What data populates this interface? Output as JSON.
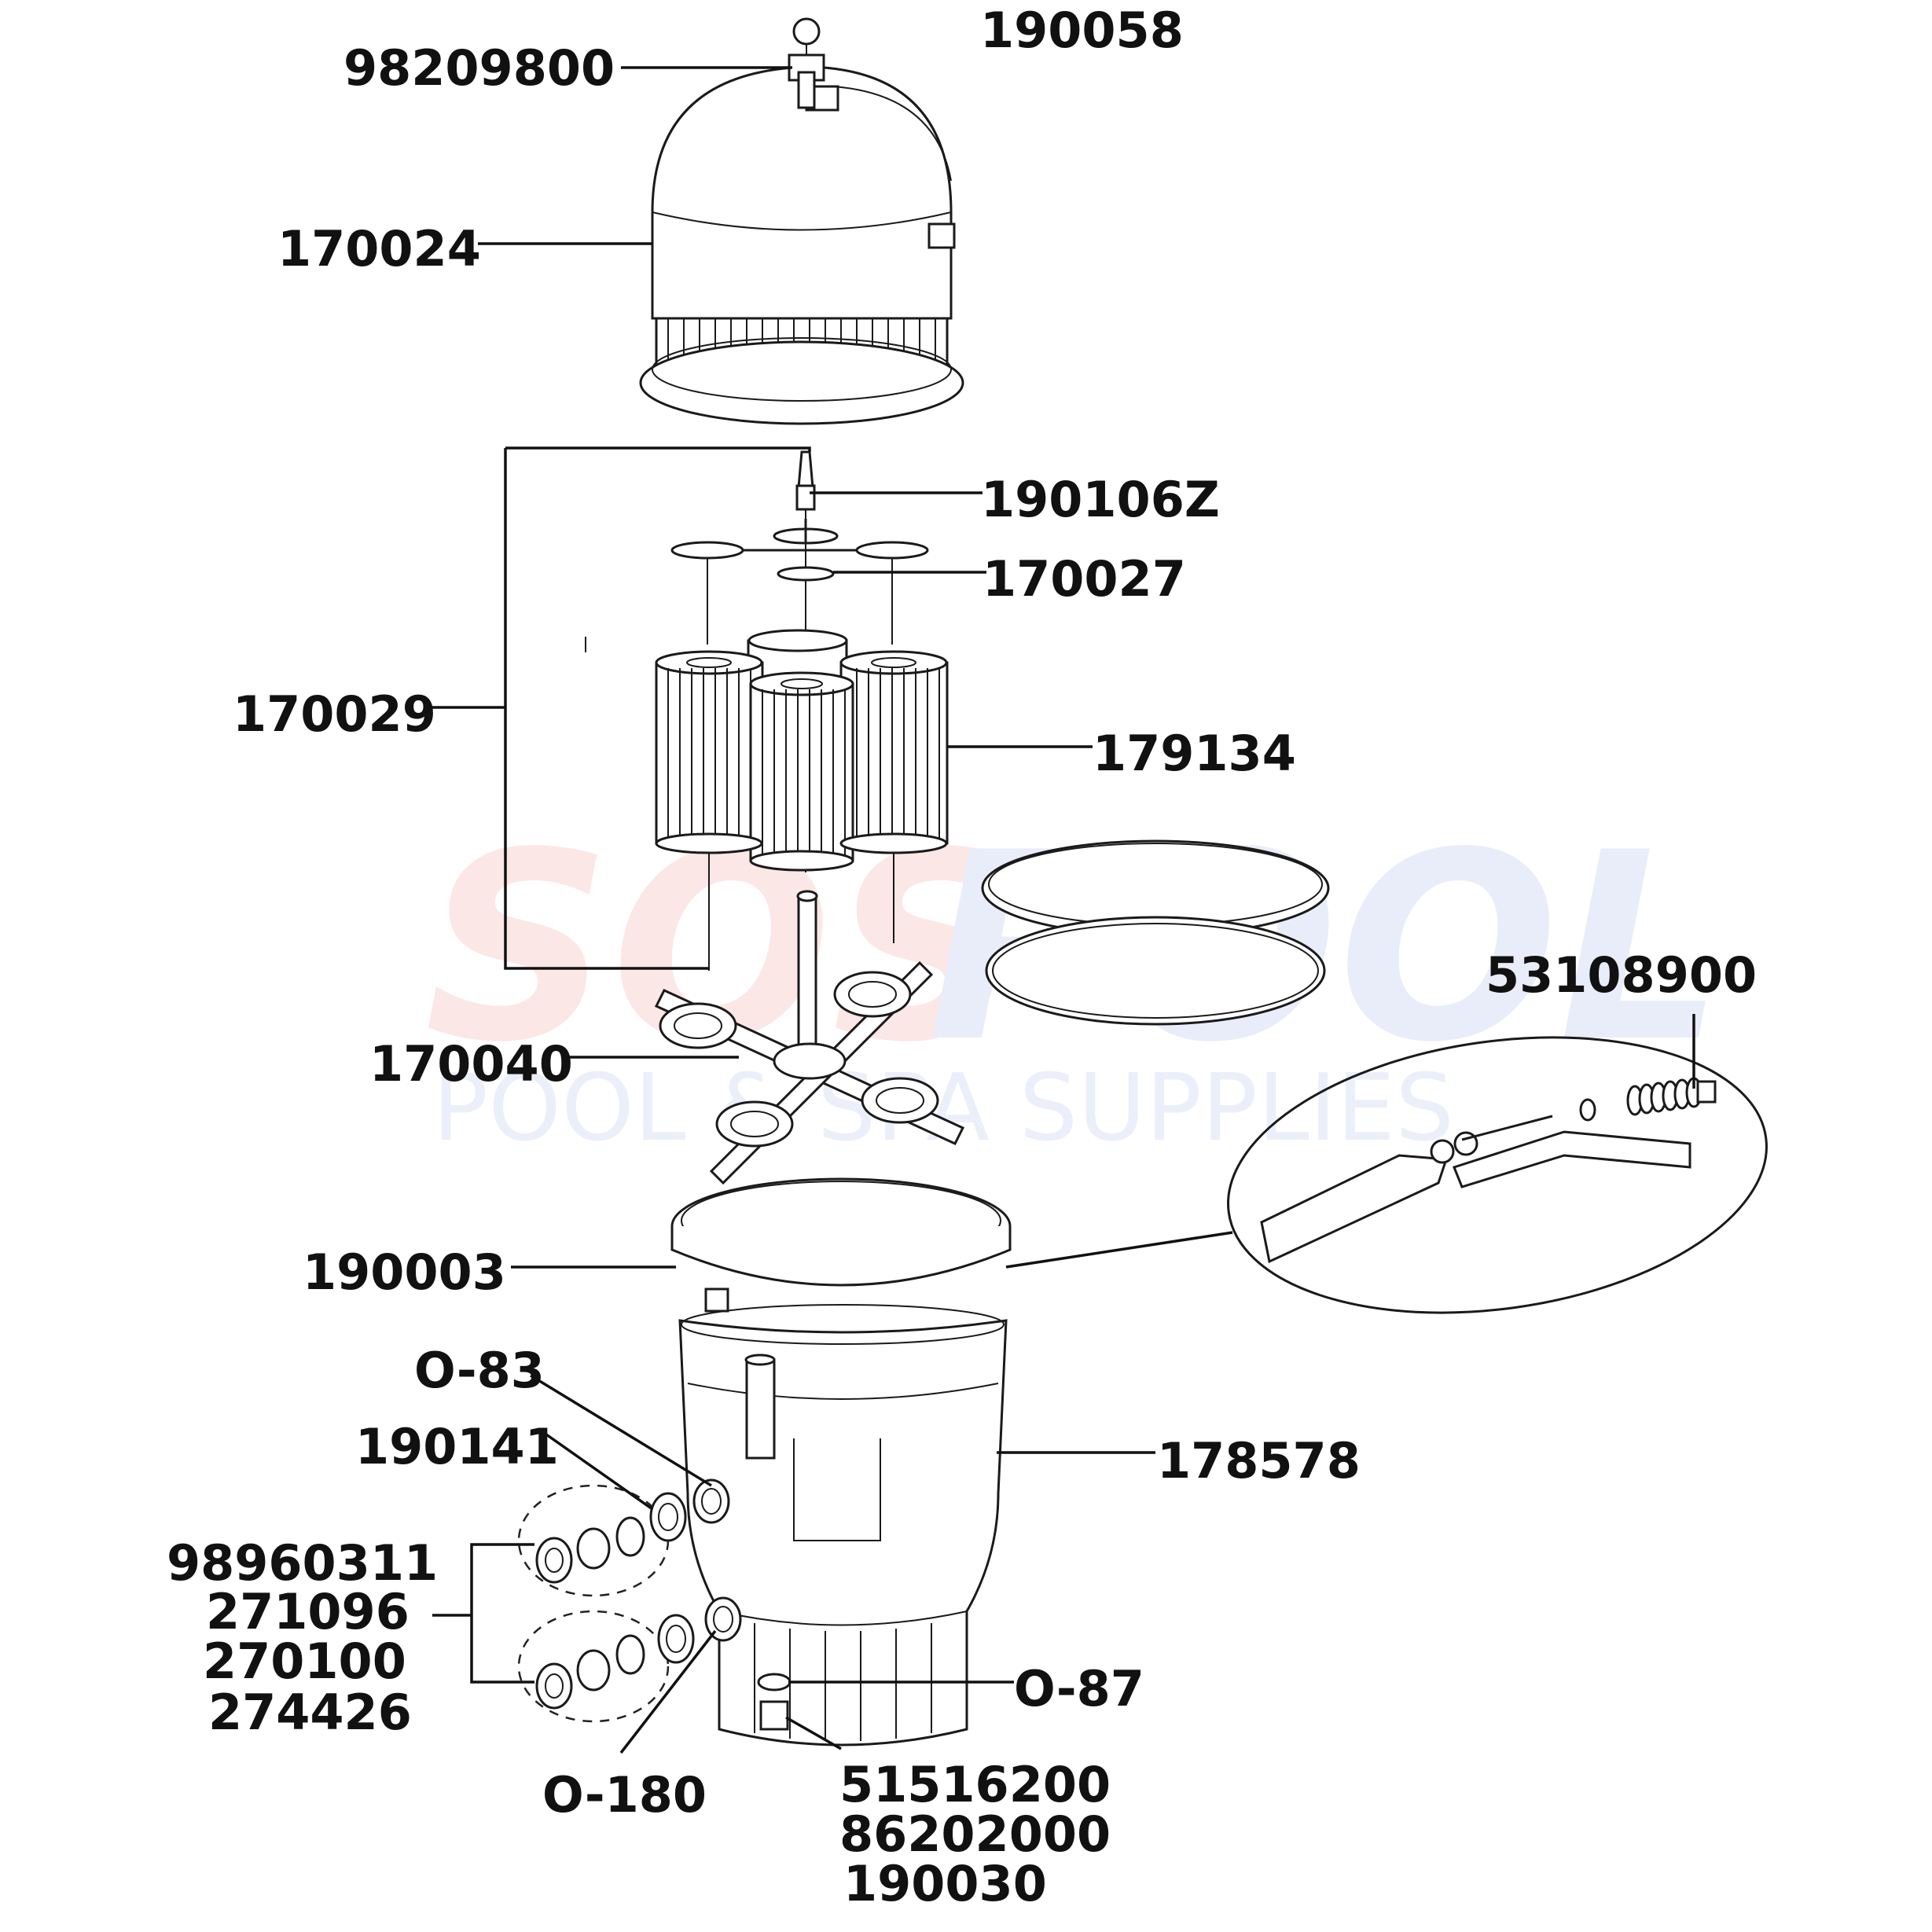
{
  "watermark": {
    "brand_left": "SOS",
    "brand_right": "POOL",
    "tagline": "POOL & SPA SUPPLIES",
    "color_left": "#f4b8b0",
    "color_right": "#b9c8ee"
  },
  "labels": {
    "p190058": "190058",
    "p98209800": "98209800",
    "p170024": "170024",
    "p190106z": "190106Z",
    "p170027": "170027",
    "p170029": "170029",
    "p179134": "179134",
    "p53108900": "53108900",
    "p170040": "170040",
    "p190003": "190003",
    "o83": "O-83",
    "p190141": "190141",
    "p178578": "178578",
    "group_1": "98960311",
    "group_2": "271096",
    "group_3": "270100",
    "group_4": "274426",
    "o87": "O-87",
    "o180": "O-180",
    "drain_1": "51516200",
    "drain_2": "86202000",
    "drain_3": "190030"
  }
}
